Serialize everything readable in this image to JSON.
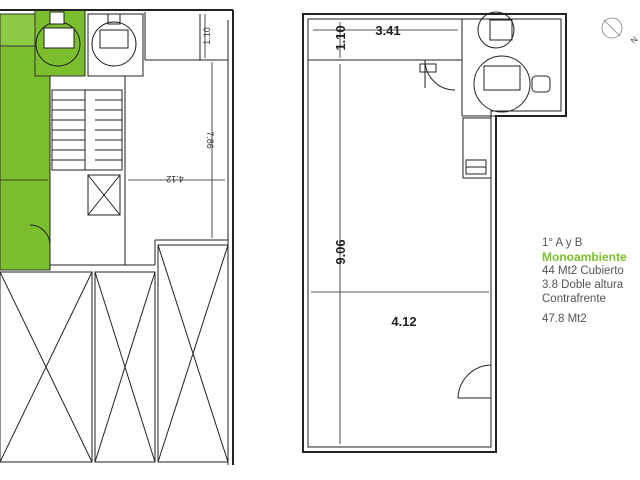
{
  "plan_left": {
    "dim_top": "1.10",
    "dim_height": "7.86",
    "dim_width": "4.12"
  },
  "plan_right": {
    "dim_top_height": "1.10",
    "dim_top_width": "3.41",
    "dim_height": "9.06",
    "dim_width": "4.12"
  },
  "north_label": "N",
  "info": {
    "unit": "1° A y B",
    "type": "Monoambiente",
    "covered": "44 Mt2 Cubierto",
    "double_height": "3.8 Doble altura",
    "orientation": "Contrafrente",
    "total": "47.8 Mt2"
  },
  "colors": {
    "highlight": "#7bbf2e",
    "wall": "#222222",
    "accent_text": "#7bbf2e"
  }
}
